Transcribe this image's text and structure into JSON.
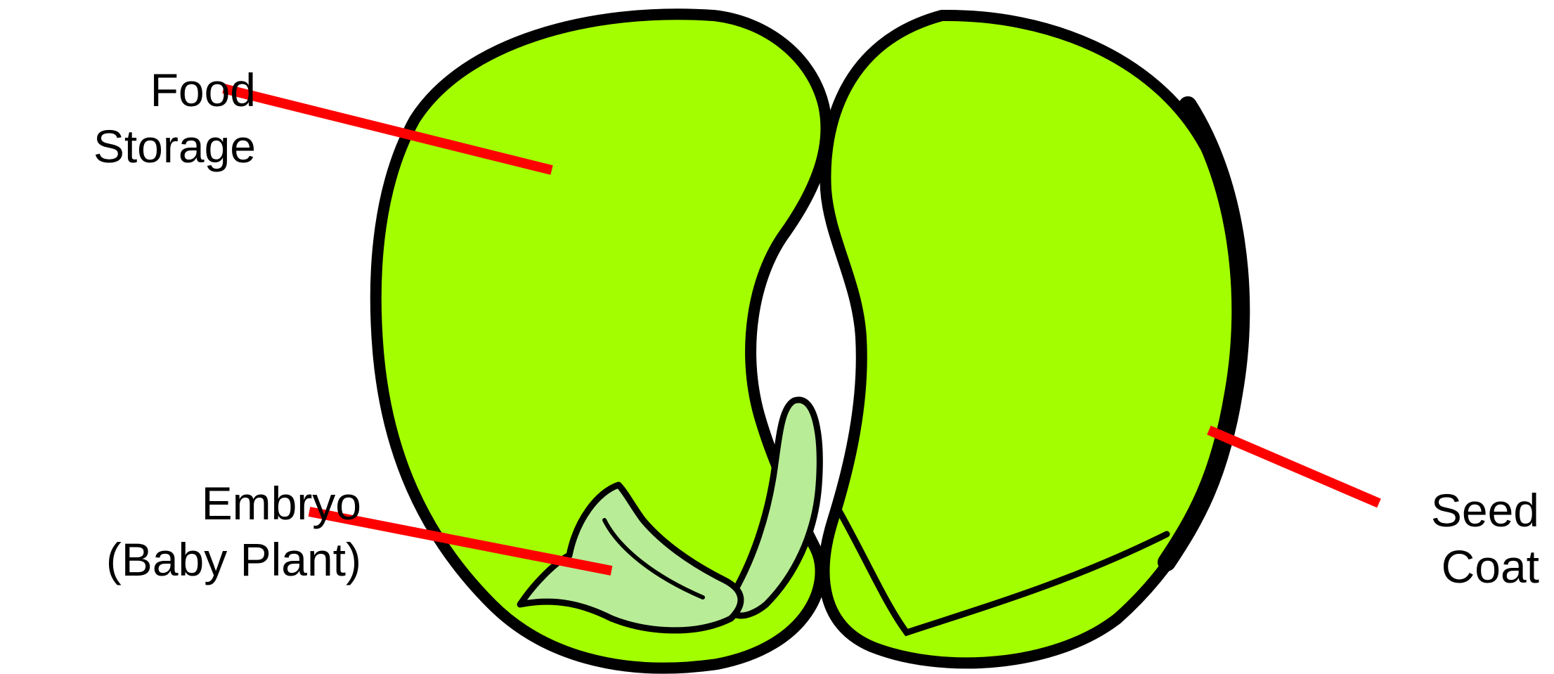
{
  "labels": {
    "food_storage": [
      "Food",
      "Storage"
    ],
    "embryo": [
      "Embryo",
      "(Baby Plant)"
    ],
    "seed_coat": [
      "Seed",
      "Coat"
    ]
  },
  "colors": {
    "cotyledon": "#a3ff00",
    "embryo": "#b8ec96",
    "outline": "#000000",
    "pointer": "#ff0000"
  }
}
